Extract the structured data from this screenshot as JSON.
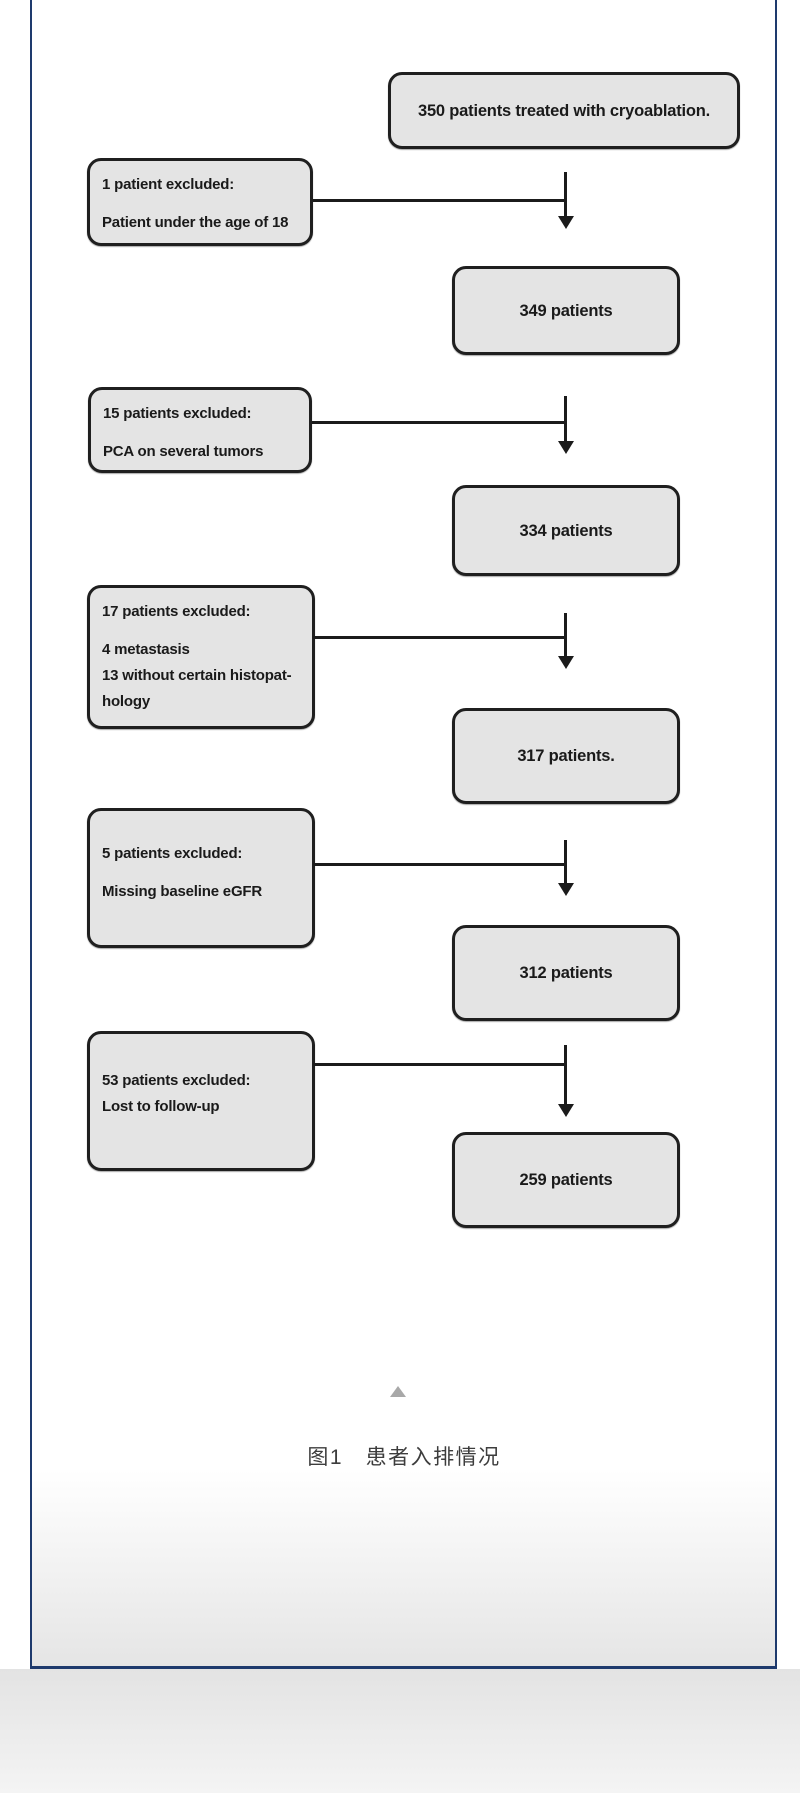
{
  "figure": {
    "boxes_main": [
      {
        "text": "350 patients treated with cryoablation."
      },
      {
        "text": "349 patients"
      },
      {
        "text": "334 patients"
      },
      {
        "text": "317 patients."
      },
      {
        "text": "312 patients"
      },
      {
        "text": "259 patients"
      }
    ],
    "boxes_exclusion": [
      {
        "lines": [
          "1 patient excluded:",
          "Patient under the age of 18"
        ]
      },
      {
        "lines": [
          "15 patients excluded:",
          "PCA on several tumors"
        ]
      },
      {
        "lines": [
          "17 patients excluded:",
          "4 metastasis",
          "13 without certain histopat-",
          "hology"
        ]
      },
      {
        "lines": [
          "5 patients excluded:",
          "Missing baseline eGFR"
        ]
      },
      {
        "lines": [
          "53 patients excluded:",
          "Lost to follow-up"
        ]
      }
    ],
    "box_fill_color": "#e4e4e4",
    "box_border_color": "#1f1f1f"
  },
  "caption": {
    "label": "图1　患者入排情况"
  },
  "panel": {
    "border_color": "#1e3a6d"
  },
  "icons": {
    "collapse_figure": "triangle-up"
  }
}
